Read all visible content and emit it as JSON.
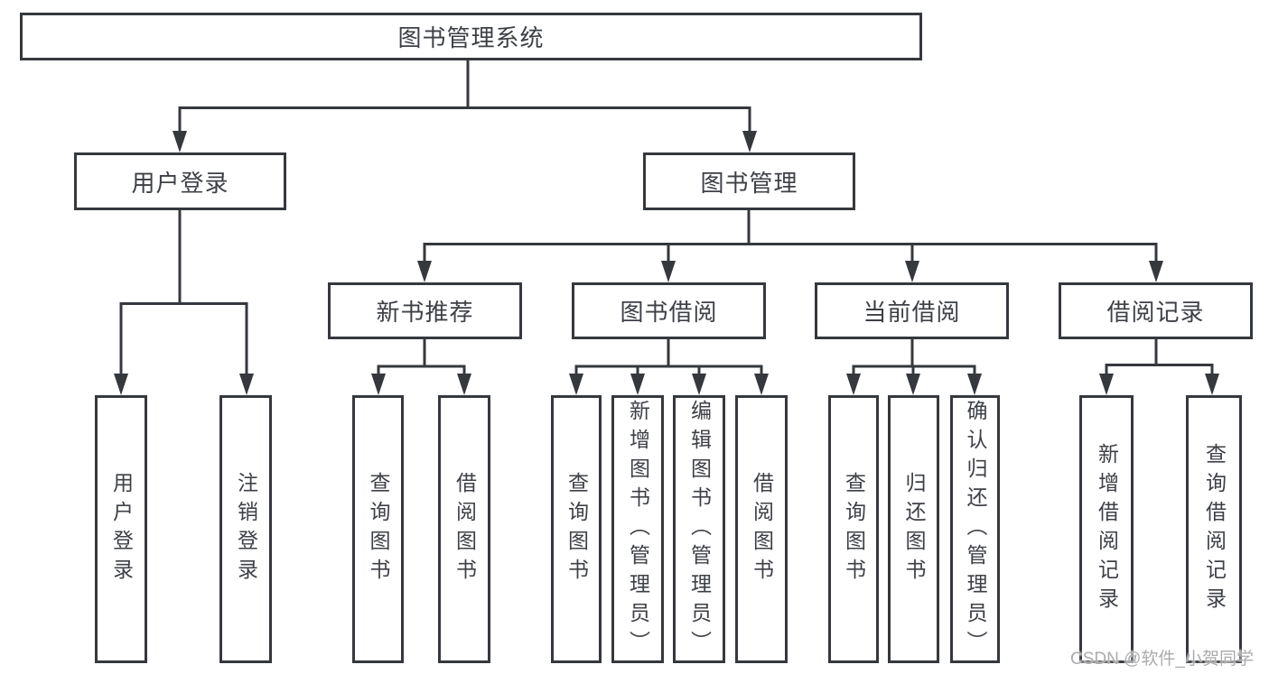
{
  "diagram": {
    "type": "hierarchy-tree",
    "title": "图书管理系统",
    "root": {
      "label": "图书管理系统"
    },
    "level1": [
      {
        "label": "用户登录"
      },
      {
        "label": "图书管理"
      }
    ],
    "level2": [
      {
        "label": "新书推荐",
        "parent": "图书管理"
      },
      {
        "label": "图书借阅",
        "parent": "图书管理"
      },
      {
        "label": "当前借阅",
        "parent": "图书管理"
      },
      {
        "label": "借阅记录",
        "parent": "图书管理"
      }
    ],
    "leaves": [
      {
        "label": "用户登录",
        "parent": "用户登录"
      },
      {
        "label": "注销登录",
        "parent": "用户登录"
      },
      {
        "label": "查询图书",
        "parent": "新书推荐"
      },
      {
        "label": "借阅图书",
        "parent": "新书推荐"
      },
      {
        "label": "查询图书",
        "parent": "图书借阅"
      },
      {
        "label": "新增图书（管理员）",
        "parent": "图书借阅"
      },
      {
        "label": "编辑图书（管理员）",
        "parent": "图书借阅"
      },
      {
        "label": "借阅图书",
        "parent": "图书借阅"
      },
      {
        "label": "查询图书",
        "parent": "当前借阅"
      },
      {
        "label": "归还图书",
        "parent": "当前借阅"
      },
      {
        "label": "确认归还（管理员）",
        "parent": "当前借阅"
      },
      {
        "label": "新增借阅记录",
        "parent": "借阅记录"
      },
      {
        "label": "查询借阅记录",
        "parent": "借阅记录"
      }
    ]
  },
  "watermark": {
    "text": "CSDN @软件_小贺同学"
  },
  "colors": {
    "line": "#35383d",
    "text": "#3d4046",
    "watermark": "#ababab",
    "background": "#ffffff"
  }
}
